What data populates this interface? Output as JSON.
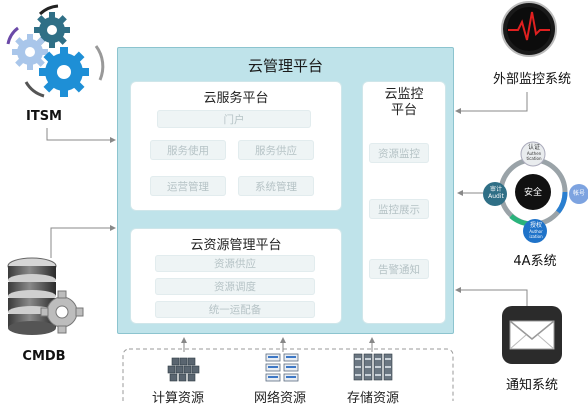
{
  "cloud_platform": {
    "title": "云管理平台",
    "service_platform": {
      "title": "云服务平台",
      "portal": "门户",
      "modules": [
        "服务使用",
        "服务供应",
        "运营管理",
        "系统管理"
      ]
    },
    "resource_platform": {
      "title": "云资源管理平台",
      "modules": [
        "资源供应",
        "资源调度",
        "统一运配备"
      ]
    },
    "monitor_platform": {
      "title_line1": "云监控",
      "title_line2": "平台",
      "modules": [
        "资源监控",
        "监控展示",
        "告警通知"
      ]
    }
  },
  "external": {
    "itsm": "ITSM",
    "cmdb": "CMDB",
    "external_monitor": "外部监控系统",
    "fourA": "4A系统",
    "notify": "通知系统"
  },
  "fourA_ring": {
    "center": "安全",
    "auth": "认证",
    "auth_en": "Authen tication",
    "audit": "审计",
    "audit_en": "Audit",
    "authz": "授权",
    "authz_en": "Author ization",
    "account": "帐号"
  },
  "resources": [
    "计算资源",
    "网络资源",
    "存储资源"
  ],
  "colors": {
    "platform_bg": "#bfe3ea",
    "gear_dark": "#2f6f86",
    "gear_teal": "#3aa6c7",
    "gear_blue": "#1e8fd6",
    "gear_light": "#a9c6ea"
  }
}
